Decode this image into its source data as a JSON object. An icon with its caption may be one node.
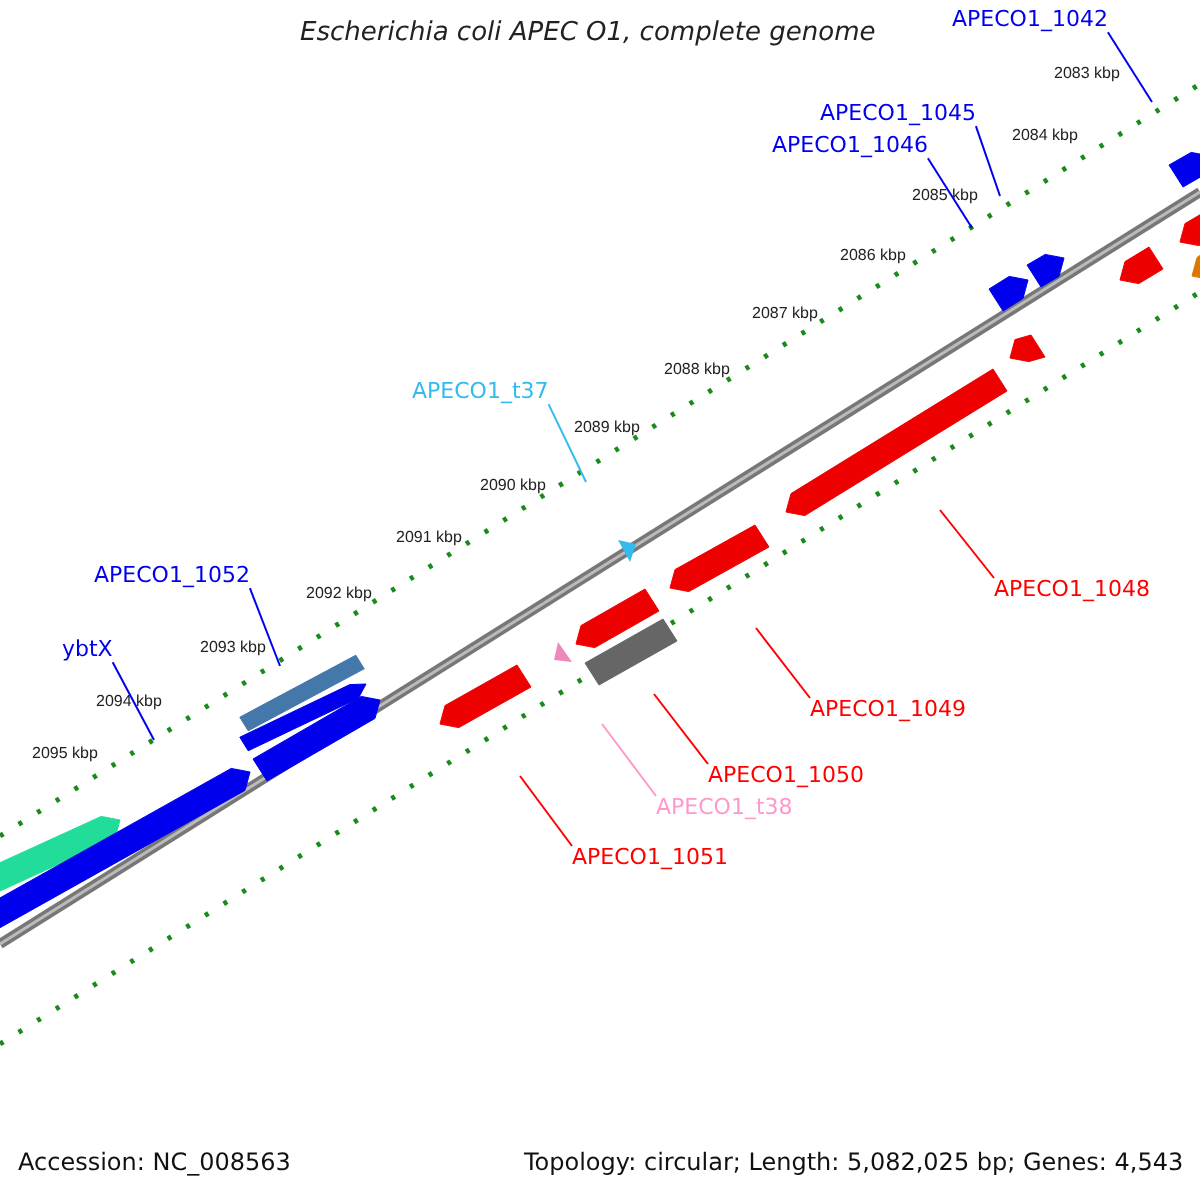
{
  "diagram": {
    "title": "Escherichia coli APEC O1, complete genome",
    "nodes": [
      {
        "text": [
          "APECO1_1042"
        ]
      },
      {
        "text": [
          "APECO1_1045"
        ]
      },
      {
        "text": [
          "APECO1_1046"
        ]
      },
      {
        "text": [
          "APECO1_t37"
        ]
      },
      {
        "text": [
          "APECO1_1052"
        ]
      },
      {
        "text": [
          "ybtX"
        ]
      },
      {
        "text": [
          "APECO1_1048"
        ]
      },
      {
        "text": [
          "APECO1_1049"
        ]
      },
      {
        "text": [
          "APECO1_1050"
        ]
      },
      {
        "text": [
          "APECO1_t38"
        ]
      },
      {
        "text": [
          "APECO1_1051"
        ]
      }
    ],
    "edges": [
      {
        "from": 0,
        "to": null,
        "arrow": "none"
      },
      {
        "from": 1,
        "to": null,
        "arrow": "none"
      },
      {
        "from": 2,
        "to": null,
        "arrow": "none"
      },
      {
        "from": 3,
        "to": null,
        "arrow": "none",
        "color": "#33bbee"
      },
      {
        "from": 4,
        "to": null,
        "arrow": "none"
      },
      {
        "from": 5,
        "to": null,
        "arrow": "none"
      },
      {
        "from": 6,
        "to": null,
        "arrow": "none",
        "color": "#ff0000"
      },
      {
        "from": 7,
        "to": null,
        "arrow": "none",
        "color": "#ff0000"
      },
      {
        "from": 8,
        "to": null,
        "arrow": "none",
        "color": "#ff0000"
      },
      {
        "from": 9,
        "to": null,
        "arrow": "none",
        "color": "#ff99cc"
      },
      {
        "from": 10,
        "to": null,
        "arrow": "none",
        "color": "#ff0000"
      }
    ],
    "labels": [
      "2083 kbp",
      "2084 kbp",
      "2085 kbp",
      "2086 kbp",
      "2087 kbp",
      "2088 kbp",
      "2089 kbp",
      "2090 kbp",
      "2091 kbp",
      "2092 kbp",
      "2093 kbp",
      "2094 kbp",
      "2095 kbp",
      "Accession: NC_008563",
      "Topology: circular; Length: 5,082,025 bp; Genes: 4,543"
    ]
  }
}
